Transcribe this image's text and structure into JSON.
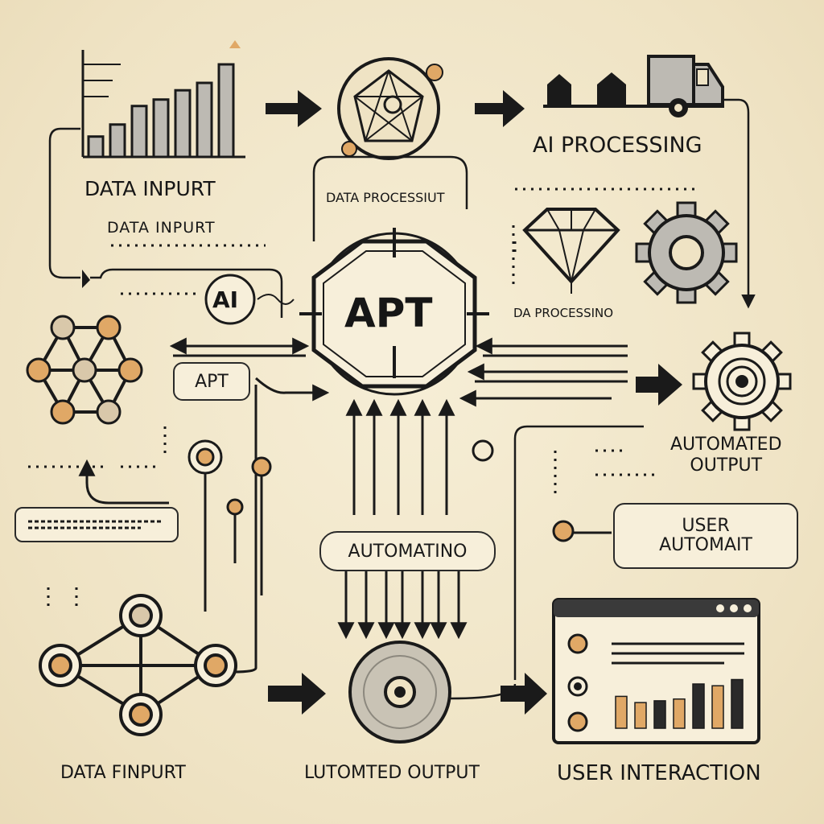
{
  "labels": {
    "data_input_top": "DATA INPURT",
    "data_input_sub": "DATA INPURT",
    "data_processing_top": "DATA PROCESSIUT",
    "ai_processing": "AI PROCESSING",
    "da_processing": "DA PROCESSINO",
    "apt_center": "APT",
    "ai_badge": "AI",
    "apt_small": "APT",
    "automating": "AUTOMATINO",
    "automated_output_line1": "AUTOMATED",
    "automated_output_line2": "OUTPUT",
    "user_line1": "USER",
    "user_line2": "AUTOMAIT",
    "data_input_bottom": "DATA FINPURT",
    "automated_output_bottom": "LUTOMTED OUTPUT",
    "user_interaction": "USER INTERACTION"
  },
  "bar_chart_top_heights_pct": [
    22,
    35,
    55,
    62,
    72,
    80,
    100
  ],
  "dashboard_bar_heights_pct": [
    72,
    58,
    62,
    66,
    100,
    96,
    110
  ],
  "colors": {
    "background": "#f1e6c9",
    "ink": "#161616",
    "accent": "#e0a866",
    "node_fill": "#d9c8aa",
    "gray_fill": "#bdbab3"
  }
}
